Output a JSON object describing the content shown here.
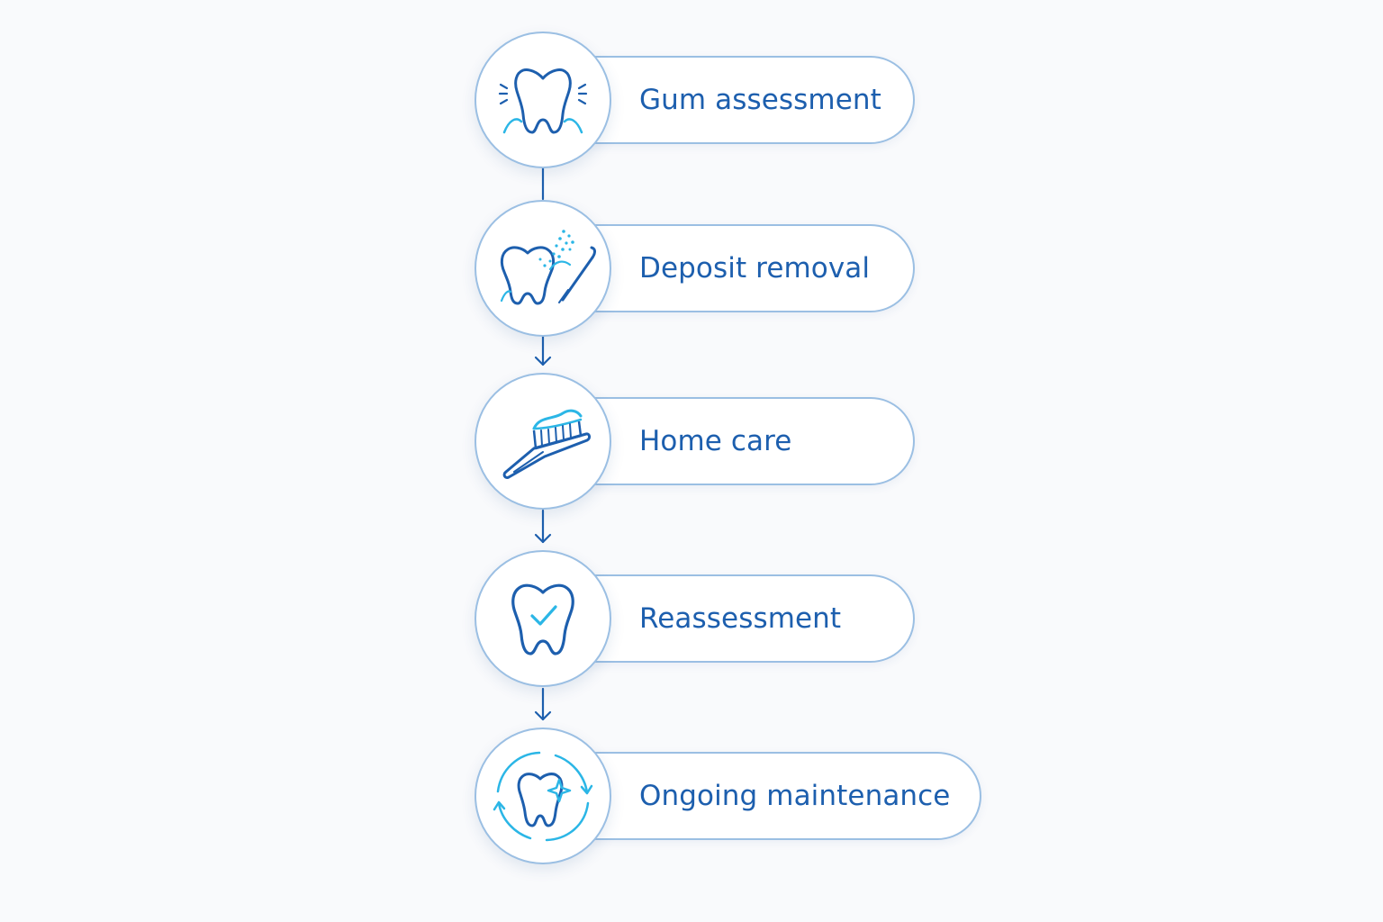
{
  "diagram": {
    "steps": [
      {
        "label": "Gum assessment",
        "icon": "tooth-gum-icon"
      },
      {
        "label": "Deposit removal",
        "icon": "tooth-scaler-icon"
      },
      {
        "label": "Home care",
        "icon": "toothbrush-icon"
      },
      {
        "label": "Reassessment",
        "icon": "tooth-check-icon"
      },
      {
        "label": "Ongoing maintenance",
        "icon": "tooth-sparkle-cycle-icon"
      }
    ],
    "colors": {
      "primary": "#1d5fae",
      "accent": "#2bb6e6",
      "border": "#9bbfe3",
      "background": "#f9fafc"
    }
  }
}
